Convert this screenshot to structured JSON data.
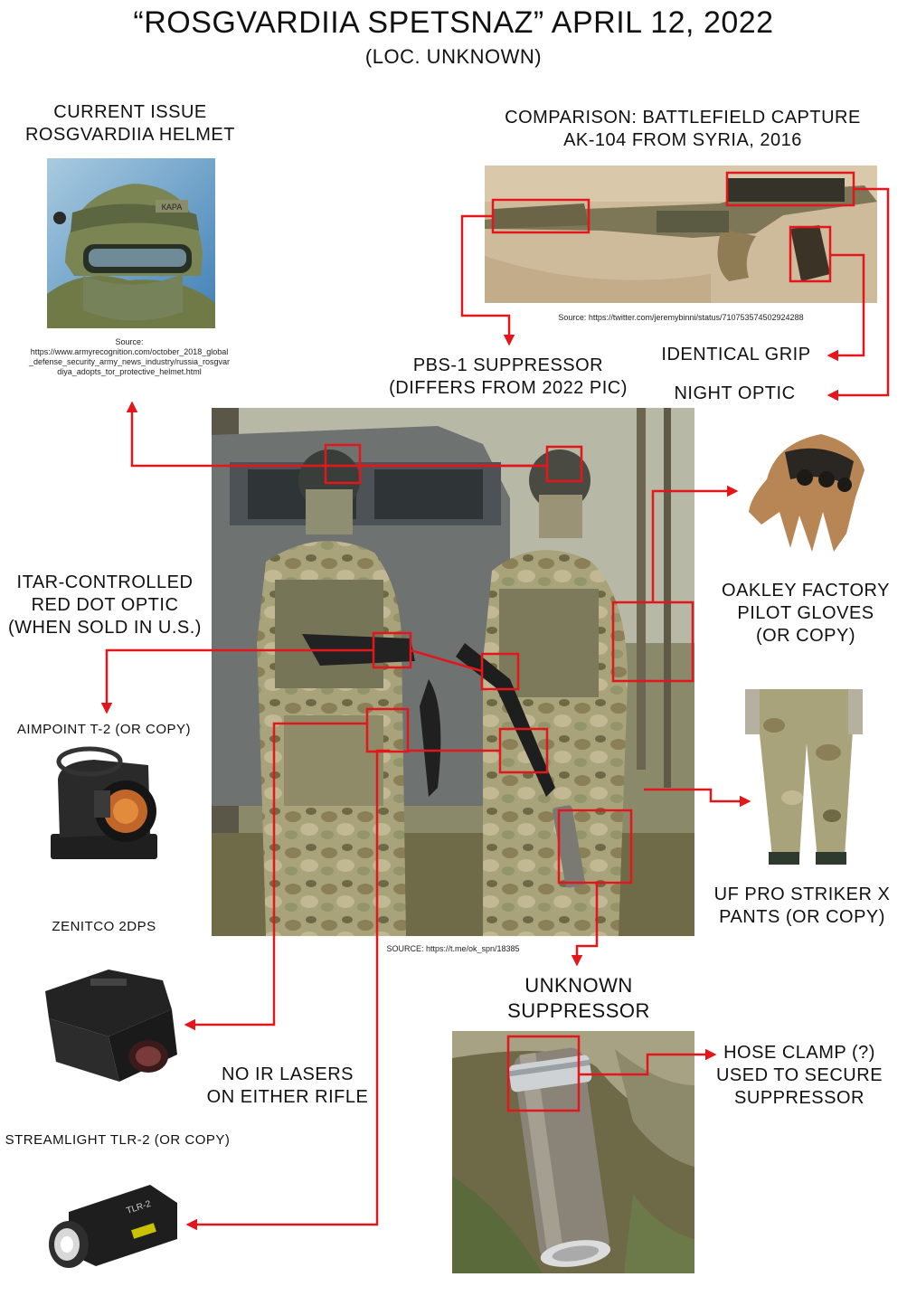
{
  "title": "“ROSGVARDIIA SPETSNAZ” APRIL 12, 2022",
  "subtitle": "(LOC. UNKNOWN)",
  "helmet": {
    "label_line1": "CURRENT ISSUE",
    "label_line2": "ROSGVARDIIA HELMET",
    "source_label": "Source:",
    "source_line1": "https://www.armyrecognition.com/october_2018_global",
    "source_line2": "_defense_security_army_news_industry/russia_rosgvar",
    "source_line3": "diya_adopts_tor_protective_helmet.html",
    "patch_text": "КАРА"
  },
  "comparison": {
    "label_line1": "COMPARISON: BATTLEFIELD CAPTURE",
    "label_line2": "AK-104 FROM SYRIA, 2016",
    "source": "Source: https://twitter.com/jeremybinni/status/710753574502924288"
  },
  "labels": {
    "pbs_line1": "PBS-1 SUPPRESSOR",
    "pbs_line2": "(DIFFERS FROM 2022 PIC)",
    "identical_grip": "IDENTICAL GRIP",
    "night_optic": "NIGHT OPTIC",
    "itar_line1": "ITAR-CONTROLLED",
    "itar_line2": "RED DOT OPTIC",
    "itar_line3": "(WHEN SOLD IN U.S.)",
    "aimpoint": "AIMPOINT T-2 (OR COPY)",
    "zenitco": "ZENITCO 2DPS",
    "no_ir_line1": "NO IR LASERS",
    "no_ir_line2": "ON EITHER RIFLE",
    "streamlight": "STREAMLIGHT TLR-2 (OR COPY)",
    "oakley_line1": "OAKLEY FACTORY",
    "oakley_line2": "PILOT GLOVES",
    "oakley_line3": "(OR COPY)",
    "ufpro_line1": "UF PRO STRIKER X",
    "ufpro_line2": "PANTS (OR COPY)",
    "unknown_line1": "UNKNOWN",
    "unknown_line2": "SUPPRESSOR",
    "hose_line1": "HOSE CLAMP (?)",
    "hose_line2": "USED TO SECURE",
    "hose_line3": "SUPPRESSOR",
    "main_source": "SOURCE: https://t.me/ok_spn/18385",
    "light_brand": "TLR-2"
  },
  "colors": {
    "annotation_red": "#e3161b",
    "multicam_base": "#a8a17a",
    "glove_tan": "#b88654"
  }
}
